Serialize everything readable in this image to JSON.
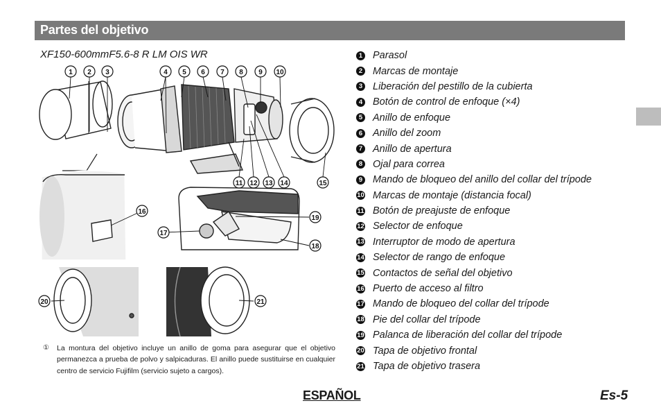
{
  "header": {
    "title": "Partes del objetivo"
  },
  "model": "XF150-600mmF5.6-8 R LM OIS WR",
  "parts": [
    {
      "num": "1",
      "label": "Parasol"
    },
    {
      "num": "2",
      "label": "Marcas de montaje"
    },
    {
      "num": "3",
      "label": "Liberación del pestillo de la cubierta"
    },
    {
      "num": "4",
      "label": "Botón de control de enfoque (×4)"
    },
    {
      "num": "5",
      "label": "Anillo de enfoque"
    },
    {
      "num": "6",
      "label": "Anillo del zoom"
    },
    {
      "num": "7",
      "label": "Anillo de apertura"
    },
    {
      "num": "8",
      "label": "Ojal para correa"
    },
    {
      "num": "9",
      "label": "Mando de bloqueo del anillo del collar del trípode"
    },
    {
      "num": "10",
      "label": "Marcas de montaje (distancia focal)"
    },
    {
      "num": "11",
      "label": "Botón de preajuste de enfoque"
    },
    {
      "num": "12",
      "label": "Selector de enfoque"
    },
    {
      "num": "13",
      "label": "Interruptor de modo de apertura"
    },
    {
      "num": "14",
      "label": "Selector de rango de enfoque"
    },
    {
      "num": "15",
      "label": "Contactos de señal del objetivo"
    },
    {
      "num": "16",
      "label": "Puerto de acceso al filtro"
    },
    {
      "num": "17",
      "label": "Mando de bloqueo del collar del trípode"
    },
    {
      "num": "18",
      "label": "Pie del collar del trípode"
    },
    {
      "num": "19",
      "label": "Palanca de liberación del collar del trípode"
    },
    {
      "num": "20",
      "label": "Tapa de objetivo frontal"
    },
    {
      "num": "21",
      "label": "Tapa de objetivo trasera"
    }
  ],
  "footnote": {
    "mark": "①",
    "text": "La montura del objetivo incluye un anillo de goma para asegurar que el objetivo permanezca a prueba de polvo y salpicaduras. El anillo puede sustituirse en cualquier centro de servicio Fujifilm (servicio sujeto a cargos)."
  },
  "footer": {
    "language": "ESPAÑOL",
    "page": "Es-5"
  },
  "callouts": {
    "c1": "1",
    "c2": "2",
    "c3": "3",
    "c4": "4",
    "c5": "5",
    "c6": "6",
    "c7": "7",
    "c8": "8",
    "c9": "9",
    "c10": "10",
    "c11": "11",
    "c12": "12",
    "c13": "13",
    "c14": "14",
    "c15": "15",
    "c16": "16",
    "c17": "17",
    "c18": "18",
    "c19": "19",
    "c20": "20",
    "c21": "21"
  }
}
